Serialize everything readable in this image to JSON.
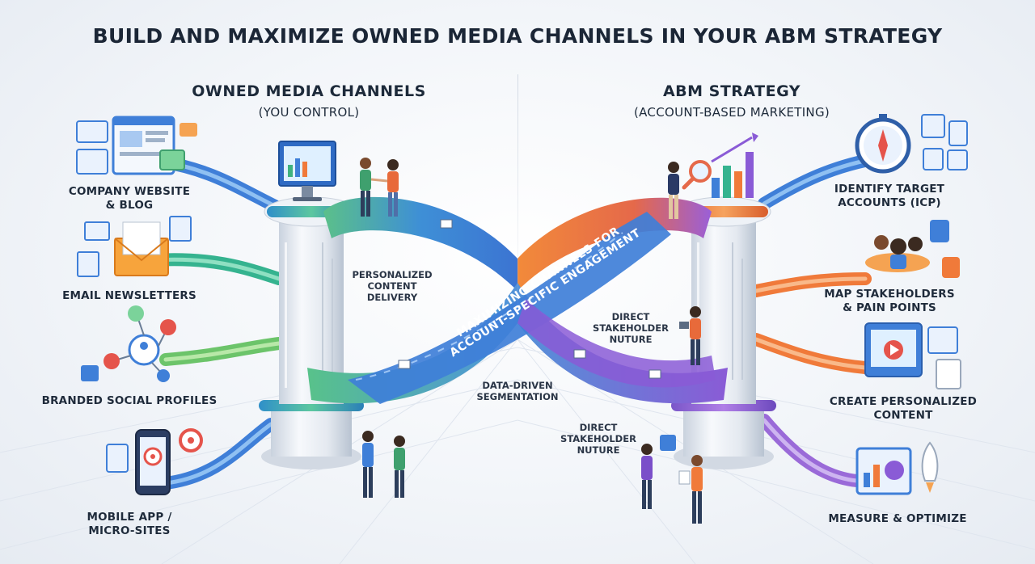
{
  "title": "BUILD AND MAXIMIZE OWNED MEDIA CHANNELS IN YOUR ABM STRATEGY",
  "left_column": {
    "heading": "OWNED MEDIA CHANNELS",
    "subheading": "(YOU CONTROL)",
    "items": [
      {
        "label": "COMPANY WEBSITE\n& BLOG",
        "icon": "website-icon",
        "color": "#3f7fd8"
      },
      {
        "label": "EMAIL NEWSLETTERS",
        "icon": "email-envelope-icon",
        "color": "#35b38f"
      },
      {
        "label": "BRANDED SOCIAL PROFILES",
        "icon": "social-network-icon",
        "color": "#6cc46a"
      },
      {
        "label": "MOBILE APP /\nMICRO-SITES",
        "icon": "mobile-app-icon",
        "color": "#3f7fd8"
      }
    ]
  },
  "right_column": {
    "heading": "ABM STRATEGY",
    "subheading": "(ACCOUNT-BASED MARKETING)",
    "items": [
      {
        "label": "IDENTIFY TARGET\nACCOUNTS (ICP)",
        "icon": "compass-icon",
        "color": "#3f7fd8"
      },
      {
        "label": "MAP STAKEHOLDERS\n& PAIN POINTS",
        "icon": "stakeholders-icon",
        "color": "#f07a3a"
      },
      {
        "label": "CREATE PERSONALIZED\nCONTENT",
        "icon": "video-content-icon",
        "color": "#f07a3a"
      },
      {
        "label": "MEASURE & OPTIMIZE",
        "icon": "analytics-rocket-icon",
        "color": "#9a6ad8"
      }
    ]
  },
  "center": {
    "ribbon_text": "MAXIMIZING CHANNELS FOR\nACCOUNT-SPECIFIC ENGAGEMENT",
    "labels": {
      "personalized": "PERSONALIZED\nCONTENT\nDELIVERY",
      "direct_1": "DIRECT\nSTAKEHOLDER\nNUTURE",
      "data_driven": "DATA-DRIVEN\nSEGMENTATION",
      "direct_2": "DIRECT\nSTAKEHOLDER\nNUTURE"
    }
  },
  "colors": {
    "blue": "#3f7fd8",
    "green": "#35b38f",
    "orange": "#f07a3a",
    "purple": "#8a5bd6",
    "pillar": "#e7ebf1"
  }
}
